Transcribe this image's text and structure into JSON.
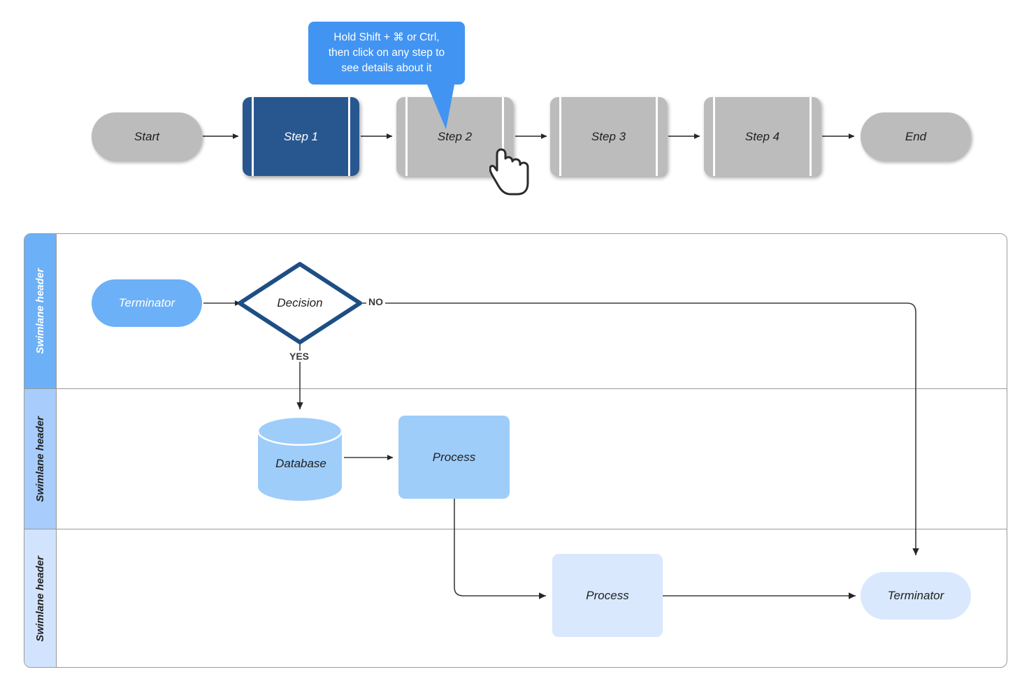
{
  "tooltip": {
    "name": "shortcut-hint",
    "lines": [
      "Hold Shift + ⌘ or Ctrl,",
      "then click on any step to",
      "see details about it"
    ],
    "bg_color": "#4294f2",
    "text_color": "#ffffff"
  },
  "stepper": {
    "name": "top-step-flow",
    "start_label": "Start",
    "end_label": "End",
    "selected_index": 0,
    "selected_color": "#28578f",
    "default_color": "#bcbcbc",
    "steps": [
      {
        "label": "Step 1",
        "selected": true
      },
      {
        "label": "Step 2",
        "selected": false
      },
      {
        "label": "Step 3",
        "selected": false
      },
      {
        "label": "Step 4",
        "selected": false
      }
    ]
  },
  "cursor": {
    "name": "pointing-hand-cursor",
    "type": "hand"
  },
  "swimlanes": {
    "name": "swimlane-diagram",
    "border_color": "#9a9a9a",
    "lanes": [
      {
        "header": "Swimlane header",
        "band_color": "#6cb0f7",
        "text_color": "#ffffff"
      },
      {
        "header": "Swimlane header",
        "band_color": "#a8ccfb",
        "text_color": "#222222"
      },
      {
        "header": "Swimlane header",
        "band_color": "#d2e4fd",
        "text_color": "#222222"
      }
    ]
  },
  "shapes": {
    "terminator_top": {
      "label": "Terminator",
      "fill": "#6cb0f7",
      "text_color": "#ffffff"
    },
    "decision": {
      "label": "Decision",
      "fill": "#ffffff",
      "stroke": "#1d4e85"
    },
    "database": {
      "label": "Database",
      "fill": "#9ecdfa"
    },
    "process_mid": {
      "label": "Process",
      "fill": "#9ecdfa"
    },
    "process_bottom": {
      "label": "Process",
      "fill": "#d9e8fd"
    },
    "terminator_bottom": {
      "label": "Terminator",
      "fill": "#d9e8fd",
      "text_color": "#1f1f1f"
    }
  },
  "edges": {
    "yes_label": "YES",
    "no_label": "NO"
  }
}
